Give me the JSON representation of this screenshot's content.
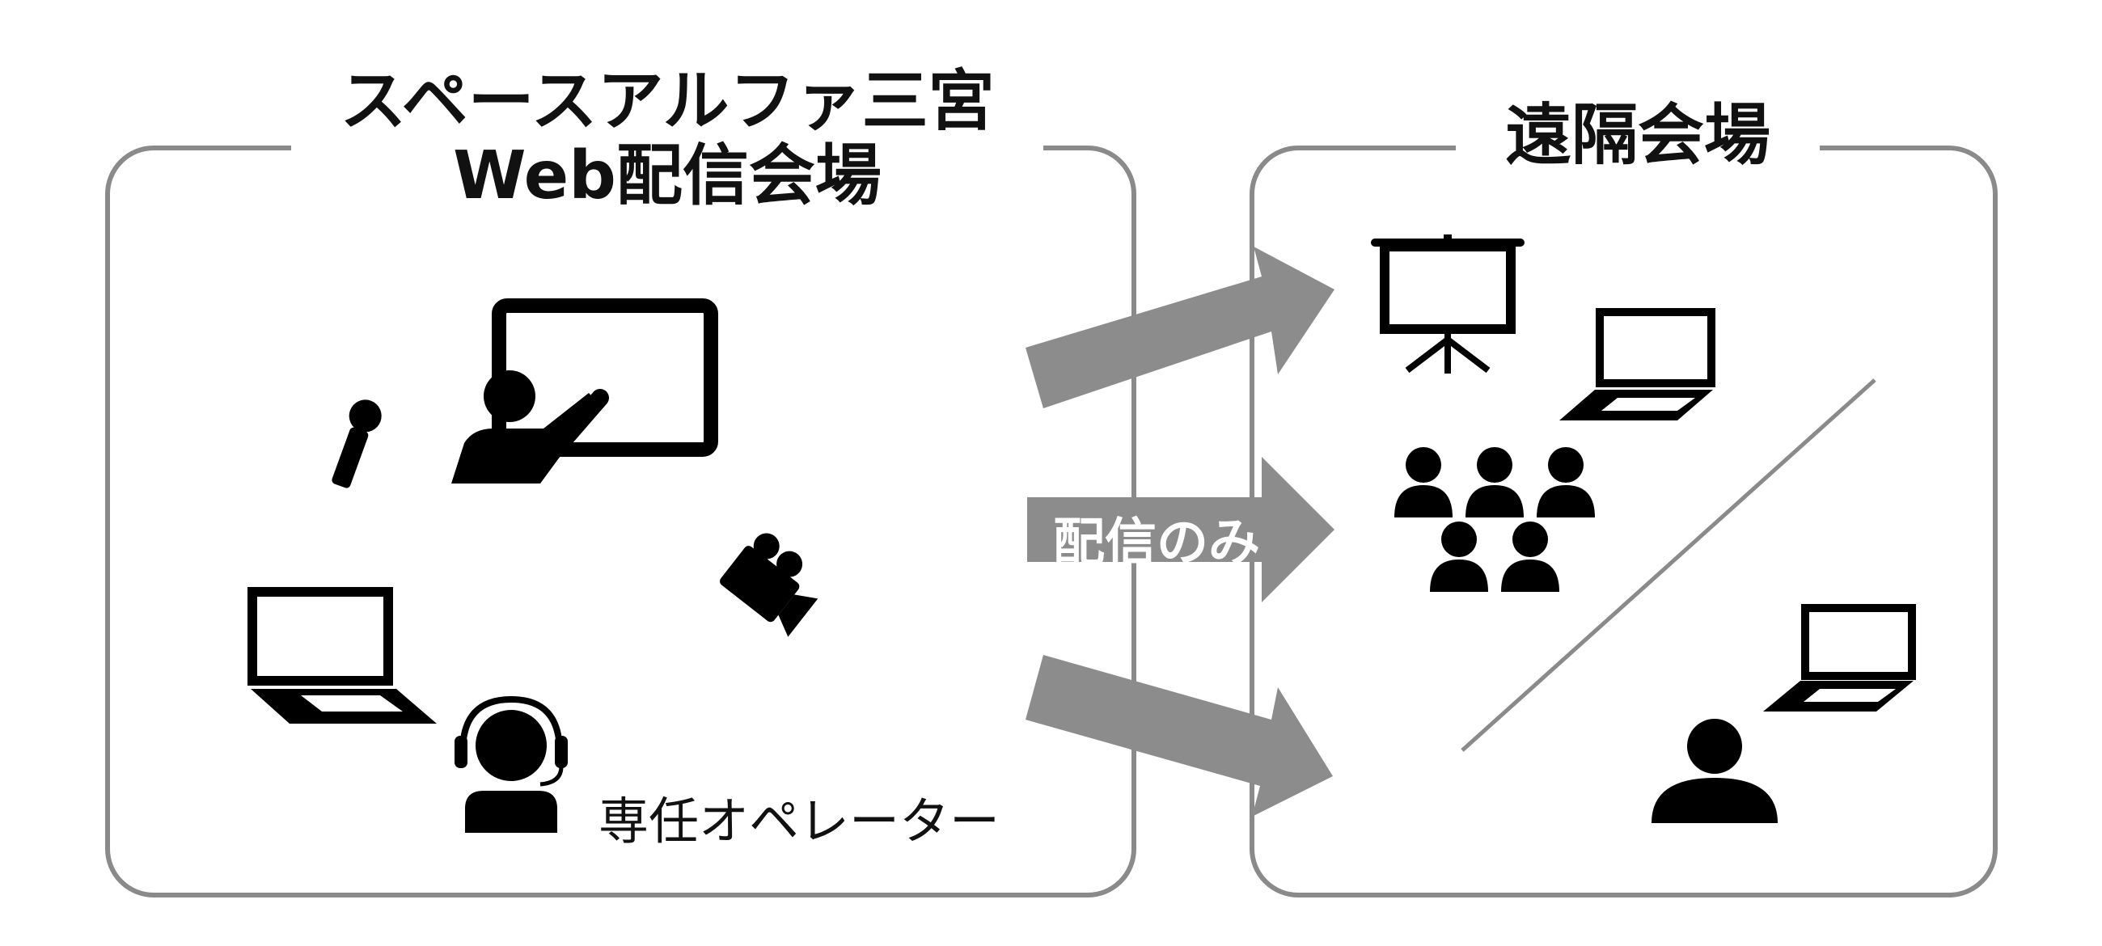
{
  "left_venue": {
    "title_line1": "スペースアルファ三宮",
    "title_line2": "Web配信会場",
    "operator_label": "専任オペレーター"
  },
  "right_venue": {
    "title": "遠隔会場"
  },
  "stream": {
    "label": "配信のみ"
  },
  "colors": {
    "border": "#8a8a8a",
    "arrow": "#8c8c8c",
    "icon": "#000000"
  },
  "icons": [
    "presenter-board-icon",
    "microphone-icon",
    "video-camera-icon",
    "laptop-icon",
    "operator-headset-icon",
    "projector-screen-icon",
    "audience-group-icon",
    "person-icon"
  ]
}
